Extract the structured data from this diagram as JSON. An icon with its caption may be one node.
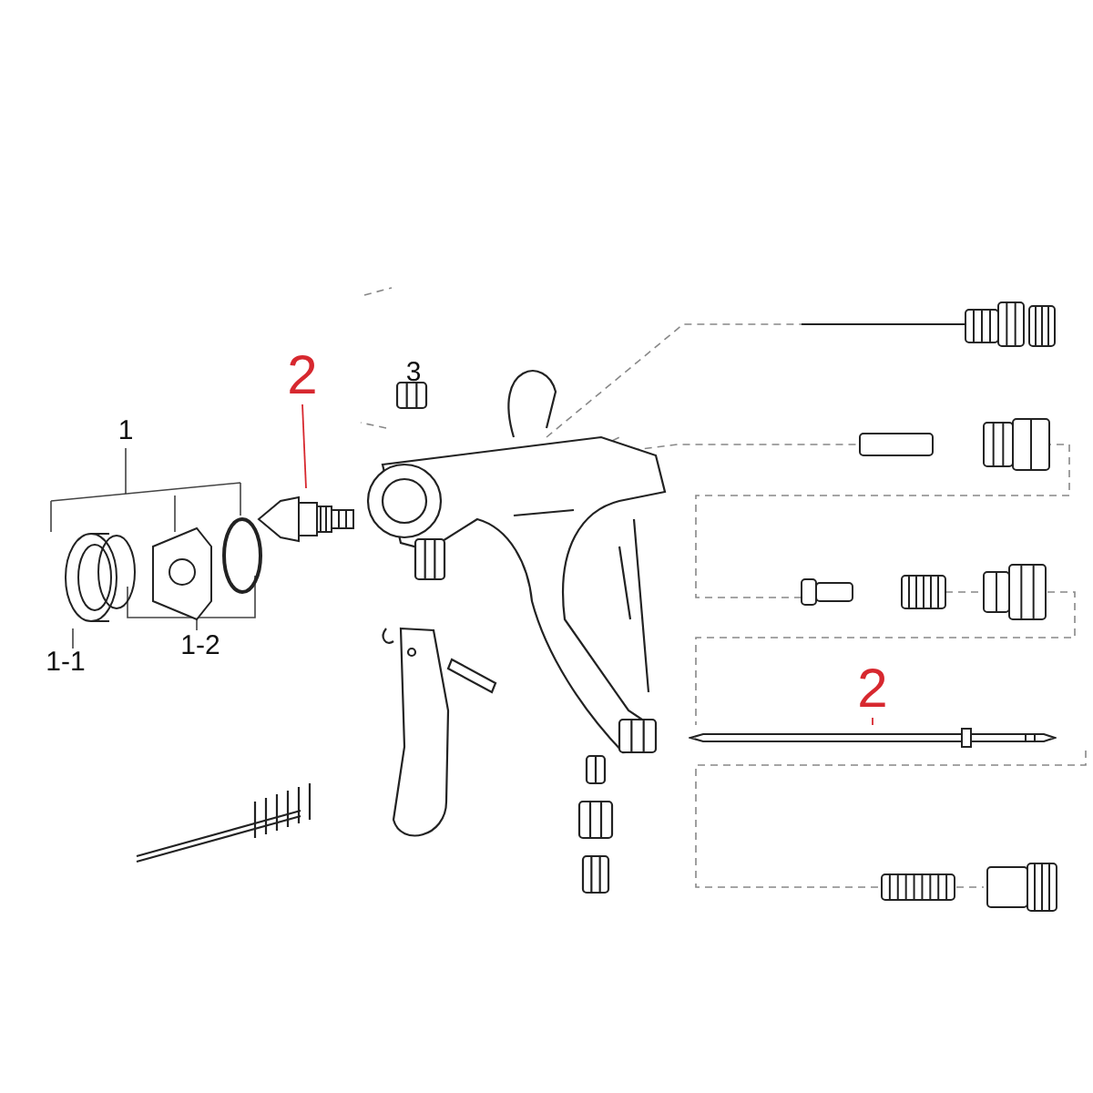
{
  "diagram": {
    "nodes": [
      {
        "text": [
          "2"
        ]
      },
      {
        "text": [],
        "shape": "picture"
      },
      {
        "text": [
          "2"
        ]
      },
      {
        "text": [],
        "shape": "picture"
      }
    ],
    "edges": [
      {
        "from": 0,
        "to": 1,
        "arrow": "none",
        "color": "#d7282f"
      },
      {
        "from": 2,
        "to": 3,
        "arrow": "none",
        "color": "#d7282f"
      }
    ],
    "labels": [
      "1",
      "3",
      "1-1",
      "1-2"
    ]
  }
}
